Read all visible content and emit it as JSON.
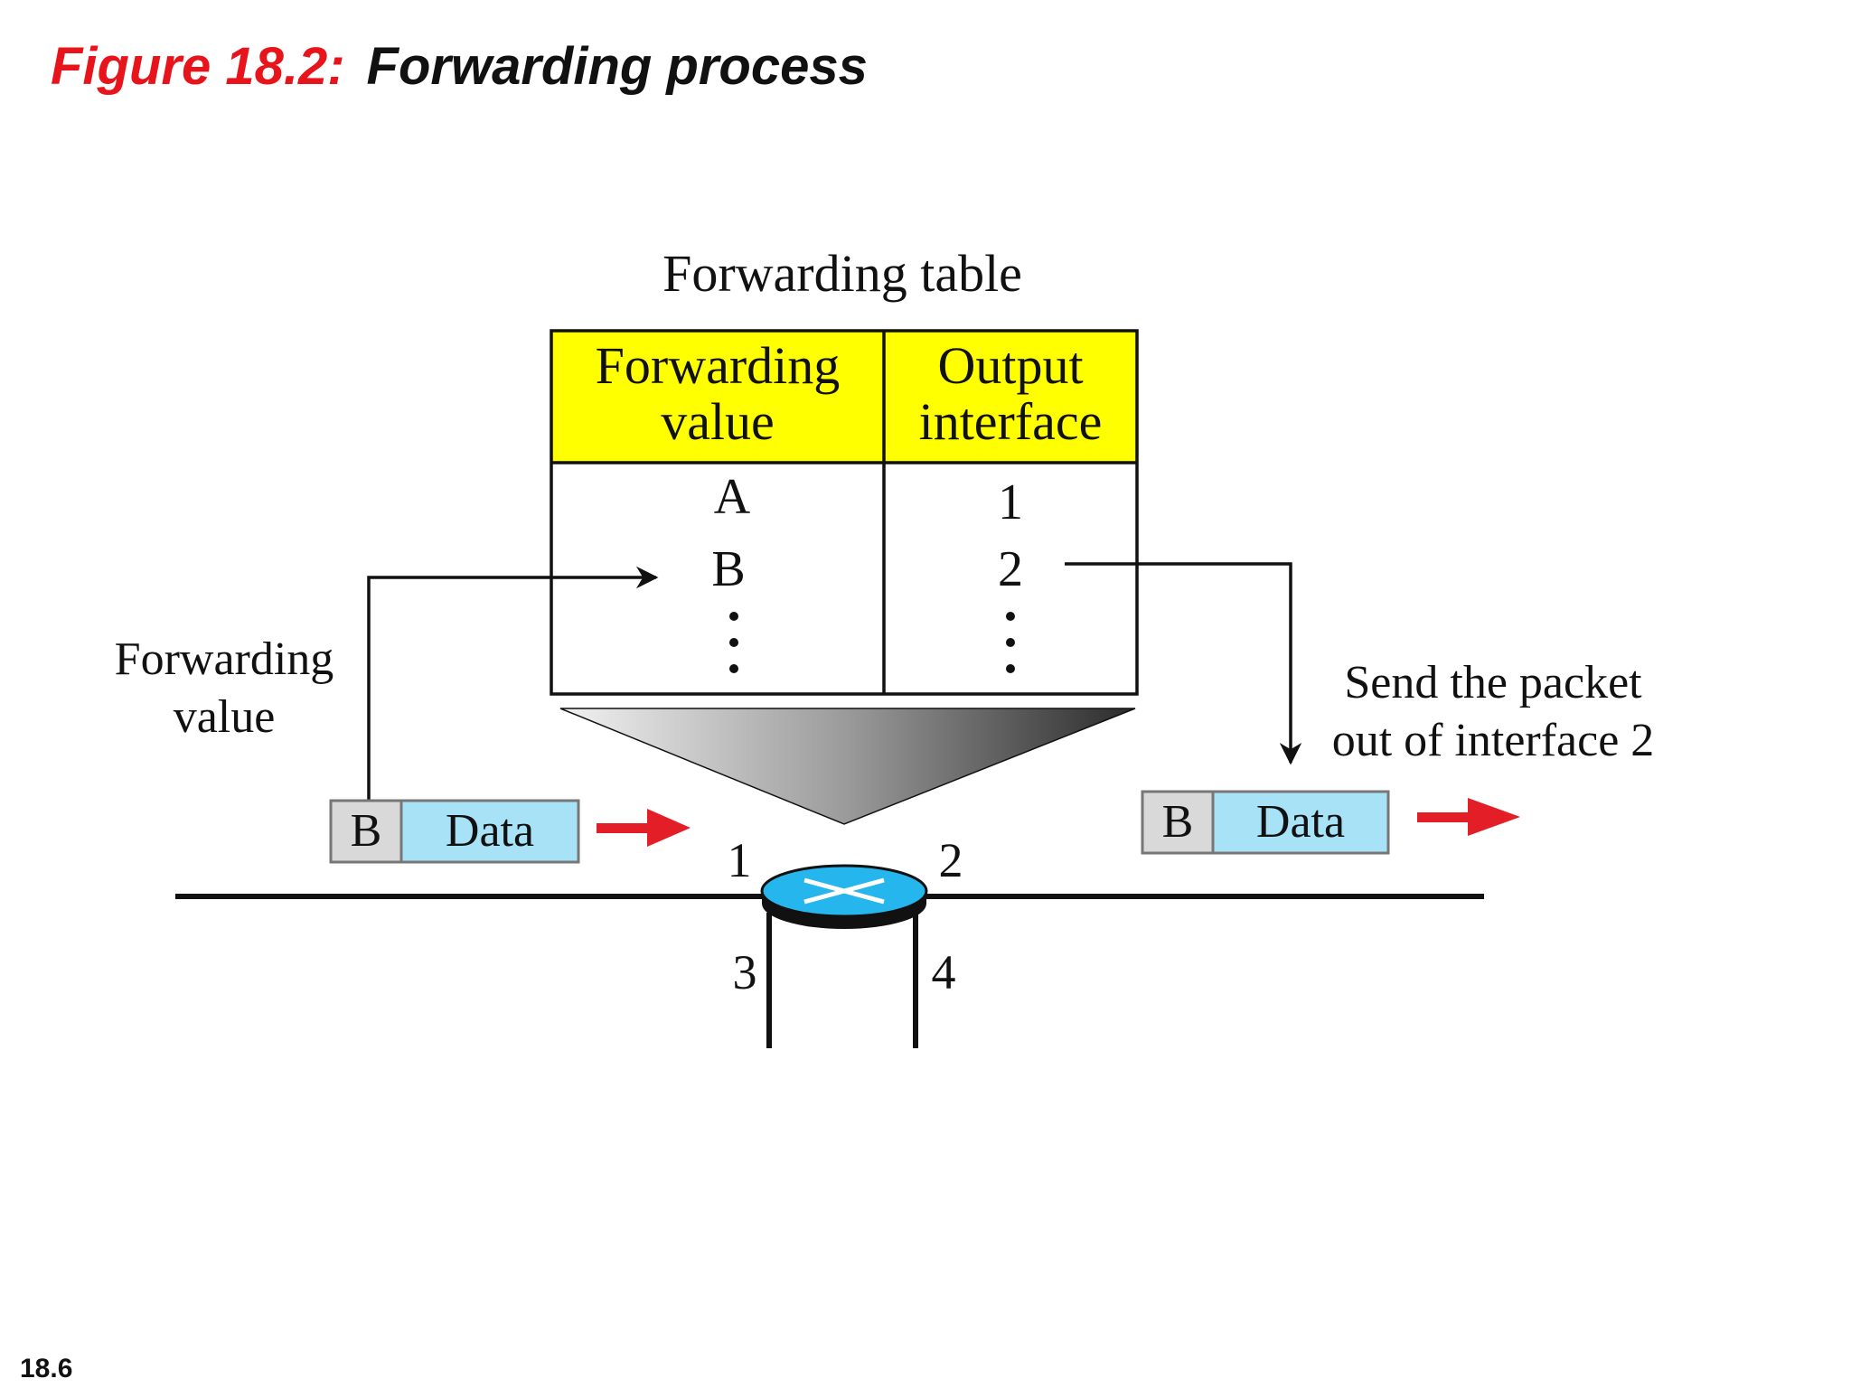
{
  "title": {
    "figure_label": "Figure 18.2:",
    "text": "Forwarding process"
  },
  "slide_number": "18.6",
  "forwarding_table": {
    "caption": "Forwarding table",
    "header": {
      "col1_line1": "Forwarding",
      "col1_line2": "value",
      "col2_line1": "Output",
      "col2_line2": "interface"
    },
    "rows": [
      {
        "value": "A",
        "interface": "1"
      },
      {
        "value": "B",
        "interface": "2"
      }
    ]
  },
  "left_label": {
    "line1": "Forwarding",
    "line2": "value"
  },
  "right_label": {
    "line1": "Send the packet",
    "line2": "out of interface 2"
  },
  "incoming_packet": {
    "header": "B",
    "payload": "Data"
  },
  "outgoing_packet": {
    "header": "B",
    "payload": "Data"
  },
  "router_ports": [
    "1",
    "2",
    "3",
    "4"
  ],
  "colors": {
    "header_fill": "#ffff00",
    "packet_header": "#d9d9d9",
    "packet_data": "#a8e2f7",
    "router": "#25b6ee",
    "arrow": "#e31e26"
  }
}
